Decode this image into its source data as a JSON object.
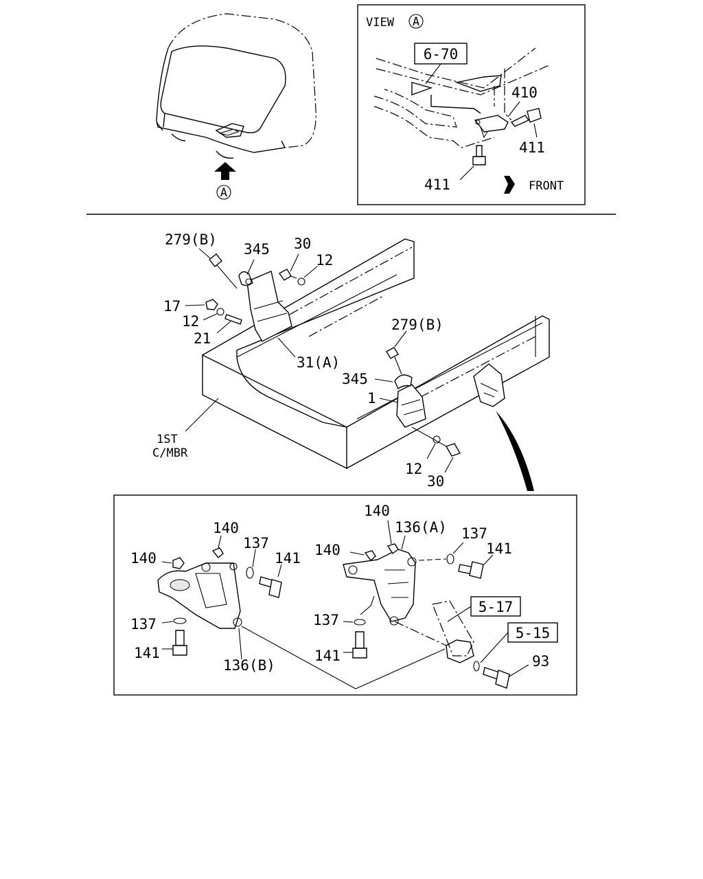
{
  "top_left": {
    "view_marker": "A"
  },
  "view_panel": {
    "title": "VIEW",
    "title_marker": "A",
    "ref_box": "6-70",
    "labels": [
      "410",
      "411",
      "411"
    ],
    "front_label": "FRONT"
  },
  "frame_section": {
    "labels": [
      "279(B)",
      "345",
      "30",
      "12",
      "17",
      "12",
      "21",
      "31(A)",
      "279(B)",
      "345",
      "1",
      "12",
      "30"
    ],
    "member_label_line1": "1ST",
    "member_label_line2": "C/MBR"
  },
  "detail_panel": {
    "labels": [
      "140",
      "140",
      "137",
      "141",
      "137",
      "141",
      "136(B)",
      "140",
      "136(A)",
      "137",
      "141",
      "140",
      "137",
      "141",
      "93"
    ],
    "ref_boxes": [
      "5-17",
      "5-15"
    ]
  }
}
